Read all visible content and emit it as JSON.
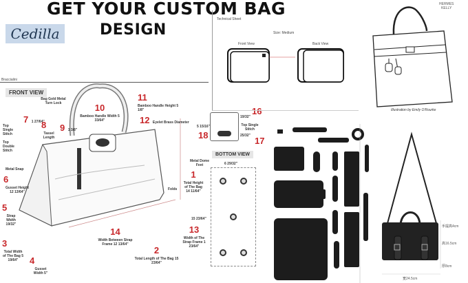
{
  "header": {
    "title_line1": "GET YOUR CUSTOM BAG",
    "title_line2": "DESIGN",
    "logo_text": "Cedilla"
  },
  "front_drawing": {
    "brand": "Braccialini",
    "view_tag": "FRONT VIEW",
    "callouts": [
      {
        "num": "1",
        "text": "Total Height of The Bag 14 11/64\""
      },
      {
        "num": "2",
        "text": "Total Length of The Bag 15 23/64\""
      },
      {
        "num": "3",
        "text": "Total Width of The Bag 5 19/64\""
      },
      {
        "num": "4",
        "text": "Gusset Width 5\""
      },
      {
        "num": "5",
        "text": "Strap Width 19/32\""
      },
      {
        "num": "6",
        "text": "Gusset Height 12 13/64\""
      },
      {
        "num": "7",
        "text": "1 27/64\""
      },
      {
        "num": "8",
        "text": "Tassel Length"
      },
      {
        "num": "9",
        "text": "1 3/8\""
      },
      {
        "num": "10",
        "text": "Bamboo Handle Width 5 33/64\""
      },
      {
        "num": "11",
        "text": "Bamboo Handle Height 5 1/8\""
      },
      {
        "num": "12",
        "text": "Eyelet Brass Diameter"
      },
      {
        "num": "13",
        "text": "Width of The Strap Frame 1 23/64\""
      },
      {
        "num": "14",
        "text": "Width Between Strap Frame 12 13/64\""
      }
    ],
    "labels": {
      "lock": "Bag Gold Metal Turn Lock",
      "top_single": "Top Single Stitch",
      "top_double": "Top Double Stitch",
      "snap": "Metal Snap",
      "folds": "Folds"
    }
  },
  "side_drawing": {
    "num_16": "16",
    "num_17": "17",
    "num_18": "18",
    "dim_a": "5 15/16\"",
    "dim_b": "19/32\"",
    "dim_c": "25/32\"",
    "stitch": "Top Single Stitch",
    "bottom_tag": "BOTTOM VIEW",
    "bottom_width": "6 29/32\"",
    "bottom_height": "15 23/64\"",
    "feet": "Metal Dome Feet"
  },
  "tech_sheet": {
    "title": "Technical Sheet",
    "size": "Size: Medium",
    "front": "Front View",
    "back": "Back View"
  },
  "hermes": {
    "name_line1": "HERMES",
    "name_line2": "KELLY",
    "credit": "Illustration by Emily O'Rourke"
  },
  "satchel": {
    "handle": "手提高4cm",
    "height": "高16.5cm",
    "depth": "厚8cm",
    "width": "宽24.5cm"
  }
}
